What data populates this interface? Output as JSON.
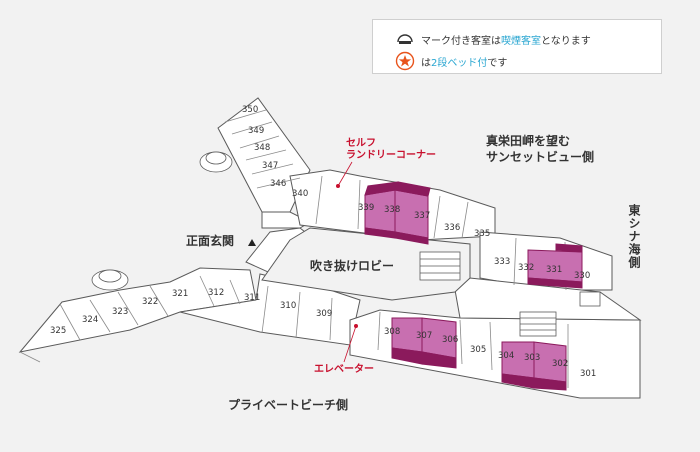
{
  "legend": {
    "smoking_prefix": "マーク付き客室は",
    "smoking_highlight": "喫煙客室",
    "smoking_suffix": "となります",
    "pet_prefix": "は",
    "pet_highlight": "2段ベッド付",
    "pet_suffix": "です"
  },
  "labels": {
    "self_laundry_line1": "セルフ",
    "self_laundry_line2": "ランドリーコーナー",
    "sunset_view_line1": "真栄田岬を望む",
    "sunset_view_line2": "サンセットビュー側",
    "east_china_sea": "東シナ海側",
    "main_entrance": "正面玄関",
    "atrium_lobby": "吹き抜けロビー",
    "elevator": "エレベーター",
    "private_beach": "プライベートビーチ側"
  },
  "rooms": {
    "r301": "301",
    "r302": "302",
    "r303": "303",
    "r304": "304",
    "r305": "305",
    "r306": "306",
    "r307": "307",
    "r308": "308",
    "r309": "309",
    "r310": "310",
    "r311": "311",
    "r312": "312",
    "r321": "321",
    "r322": "322",
    "r323": "323",
    "r324": "324",
    "r325": "325",
    "r330": "330",
    "r331": "331",
    "r332": "332",
    "r333": "333",
    "r335": "335",
    "r336": "336",
    "r337": "337",
    "r338": "338",
    "r339": "339",
    "r340": "340",
    "r346": "346",
    "r347": "347",
    "r348": "348",
    "r349": "349",
    "r350": "350"
  },
  "colors": {
    "bunk_room_fill": "#c86fb0",
    "bunk_room_wall": "#8b1a5c",
    "floor": "#ffffff",
    "outline": "#5a5a5a",
    "accent_red": "#c8102e",
    "highlight_blue": "#29a6d1",
    "star_orange": "#e8541c"
  },
  "icons": {
    "smoking_mark": "smoking-icon",
    "bunk_mark": "star-icon",
    "entrance_marker": "triangle-up-icon"
  }
}
